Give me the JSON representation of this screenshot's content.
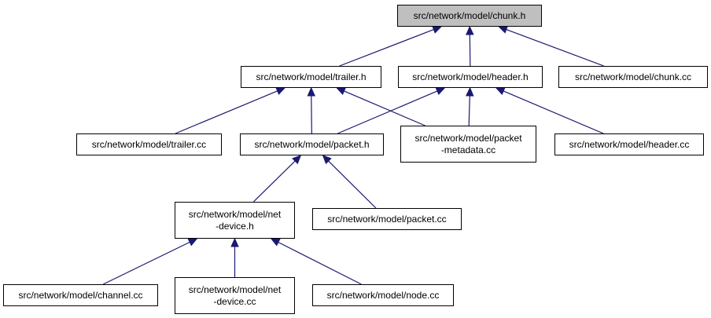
{
  "colors": {
    "edge": "#191970",
    "root_fill": "#bfbfbf",
    "node_border": "#000000"
  },
  "nodes": {
    "chunk_h": {
      "lines": [
        "src/network/model/chunk.h"
      ]
    },
    "trailer_h": {
      "lines": [
        "src/network/model/trailer.h"
      ]
    },
    "header_h": {
      "lines": [
        "src/network/model/header.h"
      ]
    },
    "chunk_cc": {
      "lines": [
        "src/network/model/chunk.cc"
      ]
    },
    "trailer_cc": {
      "lines": [
        "src/network/model/trailer.cc"
      ]
    },
    "packet_h": {
      "lines": [
        "src/network/model/packet.h"
      ]
    },
    "packet_metadata_cc": {
      "lines": [
        "src/network/model/packet",
        "-metadata.cc"
      ]
    },
    "header_cc": {
      "lines": [
        "src/network/model/header.cc"
      ]
    },
    "net_device_h": {
      "lines": [
        "src/network/model/net",
        "-device.h"
      ]
    },
    "packet_cc": {
      "lines": [
        "src/network/model/packet.cc"
      ]
    },
    "channel_cc": {
      "lines": [
        "src/network/model/channel.cc"
      ]
    },
    "net_device_cc": {
      "lines": [
        "src/network/model/net",
        "-device.cc"
      ]
    },
    "node_cc": {
      "lines": [
        "src/network/model/node.cc"
      ]
    }
  },
  "edges": [
    {
      "from": "trailer_h",
      "to": "chunk_h"
    },
    {
      "from": "header_h",
      "to": "chunk_h"
    },
    {
      "from": "chunk_cc",
      "to": "chunk_h"
    },
    {
      "from": "trailer_cc",
      "to": "trailer_h"
    },
    {
      "from": "packet_h",
      "to": "trailer_h"
    },
    {
      "from": "packet_metadata_cc",
      "to": "trailer_h"
    },
    {
      "from": "packet_h",
      "to": "header_h"
    },
    {
      "from": "packet_metadata_cc",
      "to": "header_h"
    },
    {
      "from": "header_cc",
      "to": "header_h"
    },
    {
      "from": "net_device_h",
      "to": "packet_h"
    },
    {
      "from": "packet_cc",
      "to": "packet_h"
    },
    {
      "from": "channel_cc",
      "to": "net_device_h"
    },
    {
      "from": "net_device_cc",
      "to": "net_device_h"
    },
    {
      "from": "node_cc",
      "to": "net_device_h"
    }
  ]
}
